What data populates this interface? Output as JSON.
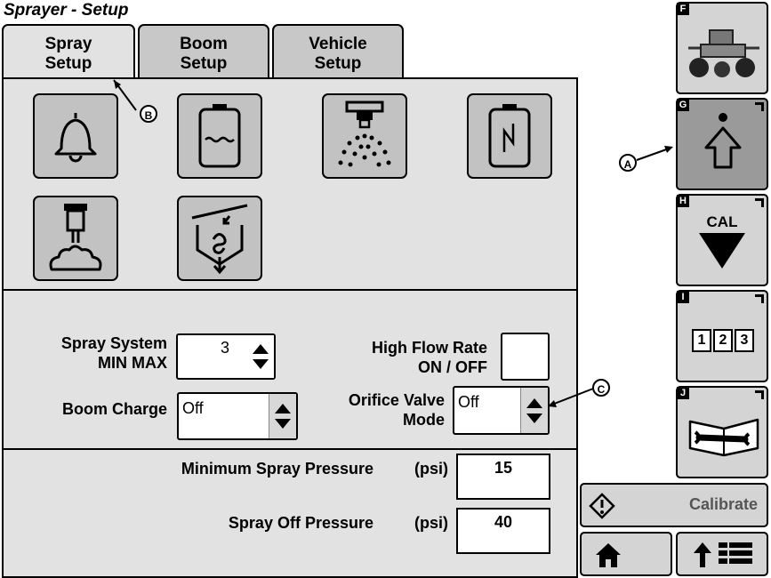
{
  "title": "Sprayer - Setup",
  "tabs": [
    {
      "label": "Spray\nSetup",
      "active": true
    },
    {
      "label": "Boom\nSetup",
      "active": false
    },
    {
      "label": "Vehicle\nSetup",
      "active": false
    }
  ],
  "icons": [
    "bell-icon",
    "tank-icon",
    "nozzle-spray-icon",
    "battery-icon",
    "foam-marker-icon",
    "mixer-hopper-icon"
  ],
  "settings": {
    "spray_system": {
      "label": "Spray System\nMIN MAX",
      "value": "3"
    },
    "high_flow": {
      "label": "High Flow Rate\nON / OFF",
      "value": ""
    },
    "boom_charge": {
      "label": "Boom Charge",
      "value": "Off"
    },
    "orifice_valve": {
      "label": "Orifice Valve\nMode",
      "value": "Off"
    }
  },
  "pressures": {
    "min_spray": {
      "label": "Minimum Spray Pressure",
      "unit": "(psi)",
      "value": "15"
    },
    "spray_off": {
      "label": "Spray Off Pressure",
      "unit": "(psi)",
      "value": "40"
    }
  },
  "sidebar": {
    "buttons": [
      {
        "letter": "F",
        "icon": "sprayer-vehicle-icon"
      },
      {
        "letter": "G",
        "icon": "up-arrow-dot-icon"
      },
      {
        "letter": "H",
        "icon": "cal-down-arrow-icon",
        "text": "CAL"
      },
      {
        "letter": "I",
        "icon": "number-sequence-icon",
        "digits": [
          "1",
          "2",
          "3"
        ]
      },
      {
        "letter": "J",
        "icon": "manual-wrench-icon"
      }
    ],
    "calibrate_label": "Calibrate"
  },
  "callouts": [
    "A",
    "B",
    "C"
  ]
}
